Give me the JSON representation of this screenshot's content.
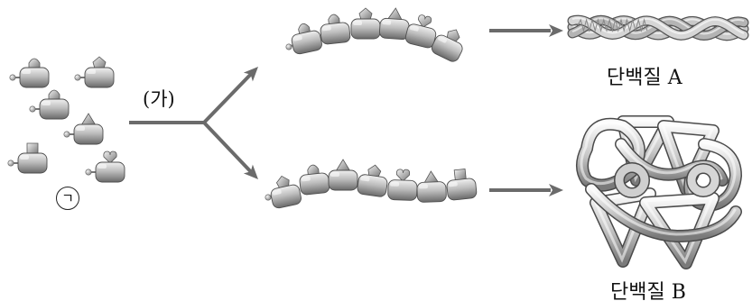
{
  "labels": {
    "step": "(가)",
    "monomer": "ㄱ",
    "protein_a_word": "단백질",
    "protein_a_letter": "A",
    "protein_b_word": "단백질",
    "protein_b_letter": "B"
  },
  "colors": {
    "arrow": "#6b6b6b",
    "bead_light": "#e4e4e4",
    "bead_dark": "#6f6f6f",
    "ink": "#111111"
  },
  "side_group_shapes_free": [
    "dome",
    "pentagon",
    "dome",
    "triangle",
    "square",
    "heart"
  ],
  "chain_upper_side_groups": [
    "dome",
    "dome",
    "pentagon",
    "triangle",
    "heart",
    "pentagon"
  ],
  "chain_lower_side_groups": [
    "pentagon",
    "dome",
    "triangle",
    "pentagon",
    "heart",
    "triangle",
    "square"
  ]
}
